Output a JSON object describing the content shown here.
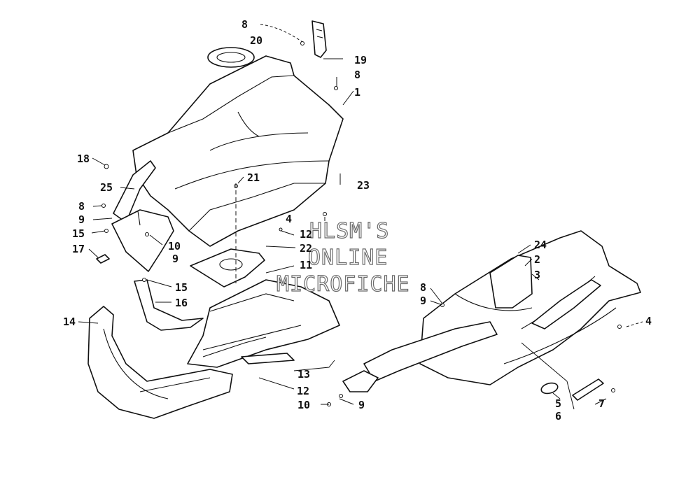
{
  "watermark": {
    "lines": [
      "HLSM'S",
      "ONLINE",
      "MICROFICHE"
    ]
  },
  "callouts": [
    "8",
    "20",
    "19",
    "8",
    "1",
    "18",
    "21",
    "23",
    "25",
    "8",
    "9",
    "4",
    "15",
    "12",
    "17",
    "10",
    "22",
    "9",
    "11",
    "15",
    "16",
    "14",
    "13",
    "12",
    "10",
    "9",
    "24",
    "2",
    "3",
    "8",
    "9",
    "4",
    "5",
    "6",
    "7"
  ]
}
